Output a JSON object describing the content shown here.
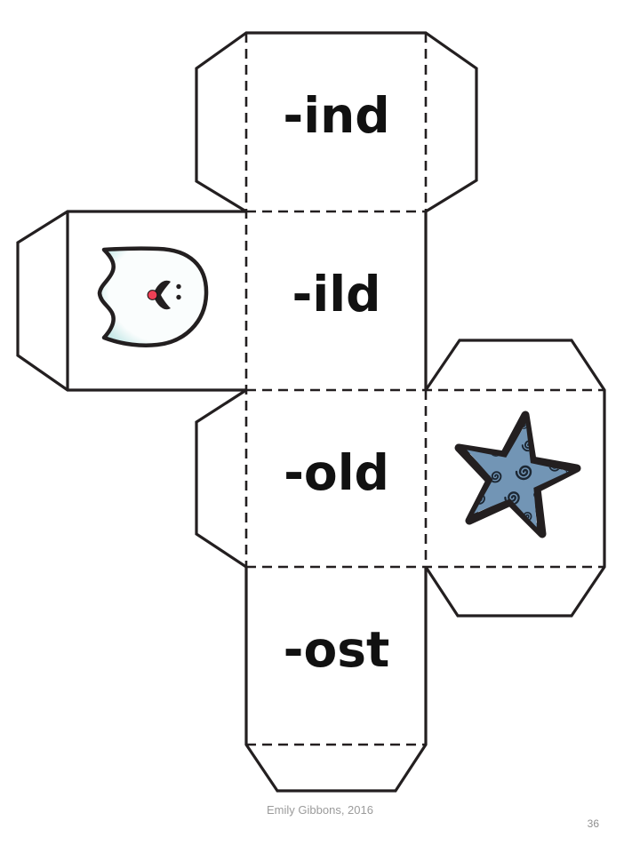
{
  "page": {
    "footer_credit": "Emily Gibbons, 2016",
    "page_number": "36"
  },
  "cube_net": {
    "faces": [
      {
        "position": "top",
        "content": "text",
        "label": "-ind"
      },
      {
        "position": "left",
        "content": "image",
        "image": "ghost-clipart"
      },
      {
        "position": "center-upper",
        "content": "text",
        "label": "-ild"
      },
      {
        "position": "center-lower",
        "content": "text",
        "label": "-old"
      },
      {
        "position": "right",
        "content": "image",
        "image": "star-clipart"
      },
      {
        "position": "bottom",
        "content": "text",
        "label": "-ost"
      }
    ]
  },
  "colors": {
    "outline": "#231f20",
    "label_text": "#111111",
    "star_fill": "#7295b5",
    "star_swirl": "#1c2733",
    "ghost_edge": "#c9eae9",
    "ghost_center": "#fafdfd",
    "ghost_nose": "#ee4056",
    "footer_gray": "#9b9b9b",
    "page_number_gray": "#8f8f8f"
  }
}
